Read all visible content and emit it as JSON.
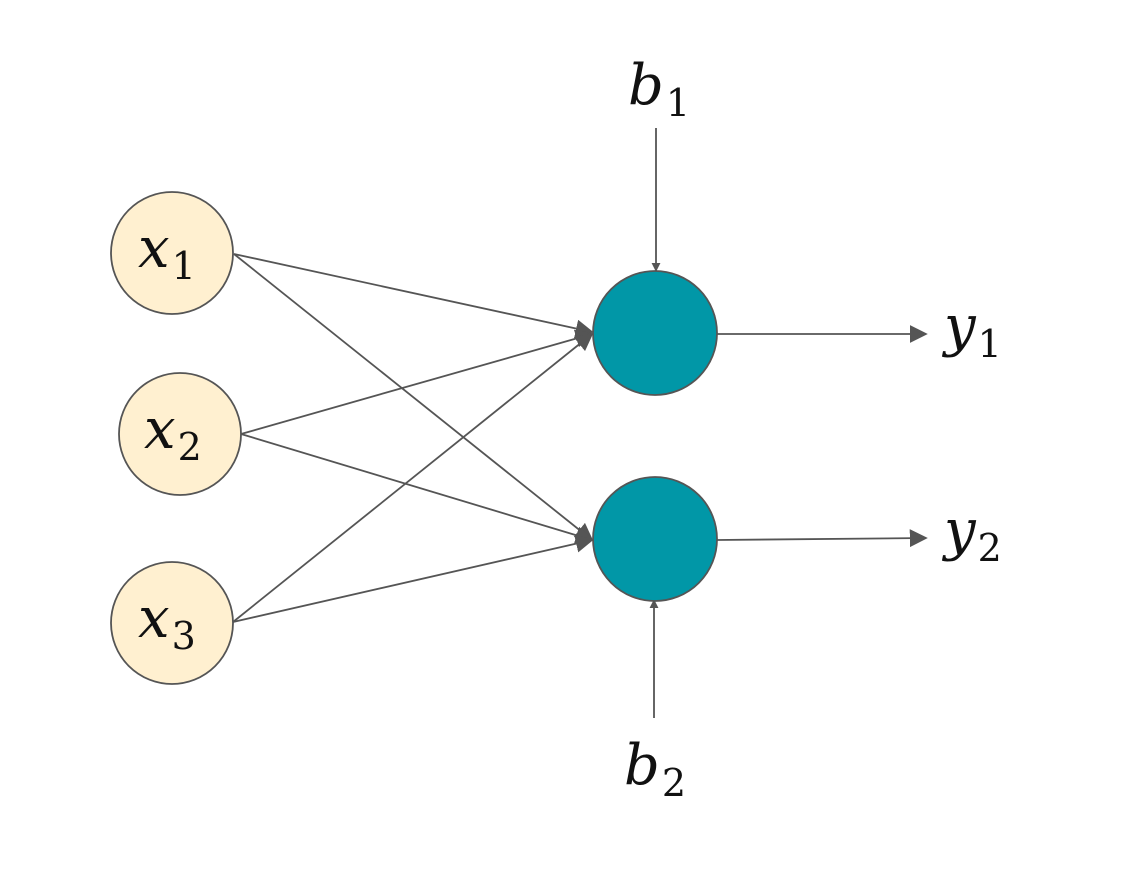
{
  "inputs": [
    {
      "var": "x",
      "sub": "1"
    },
    {
      "var": "x",
      "sub": "2"
    },
    {
      "var": "x",
      "sub": "3"
    }
  ],
  "biases": [
    {
      "var": "b",
      "sub": "1"
    },
    {
      "var": "b",
      "sub": "2"
    }
  ],
  "outputs": [
    {
      "var": "y",
      "sub": "1"
    },
    {
      "var": "y",
      "sub": "2"
    }
  ],
  "colors": {
    "input_fill": "#fff0d0",
    "neuron_fill": "#0197a7",
    "edge": "#555555"
  }
}
